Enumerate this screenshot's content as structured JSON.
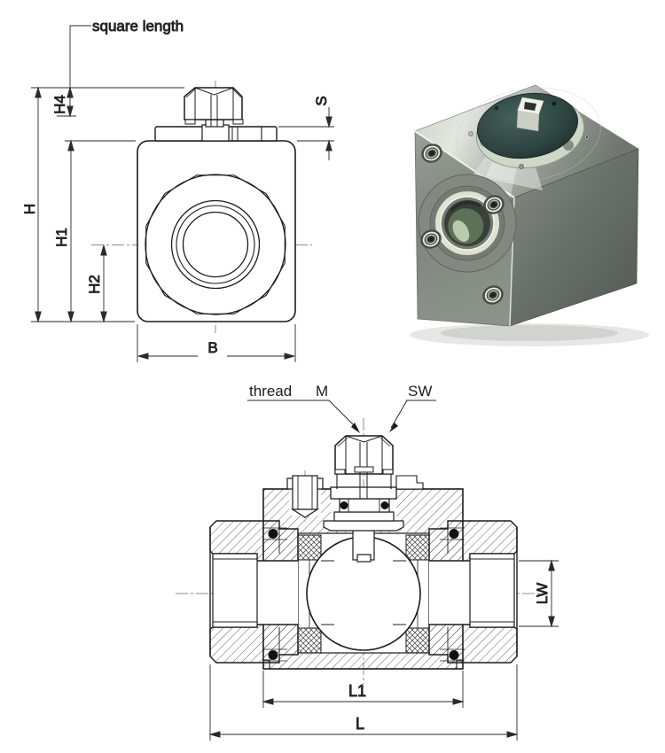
{
  "drawing": {
    "front_view": {
      "callout_square_length": "square length",
      "dim_h4": "H4",
      "dim_h": "H",
      "dim_h1": "H1",
      "dim_h2": "H2",
      "dim_s": "S",
      "dim_b": "B"
    },
    "section_view": {
      "label_thread": "thread",
      "label_thread_size": "M",
      "label_wrench": "SW",
      "dim_lw": "LW",
      "dim_l1": "L1",
      "dim_l": "L"
    },
    "colors": {
      "line": "#1c1c1c",
      "dim_line": "#2a2a2a",
      "centerline": "#8c8c8c",
      "hatch": "#3c3c3c",
      "steel_light": "#cdd3cb",
      "steel_mid": "#8d948c",
      "steel_dark": "#5b625a",
      "flange_teal": "#2e4541"
    }
  }
}
